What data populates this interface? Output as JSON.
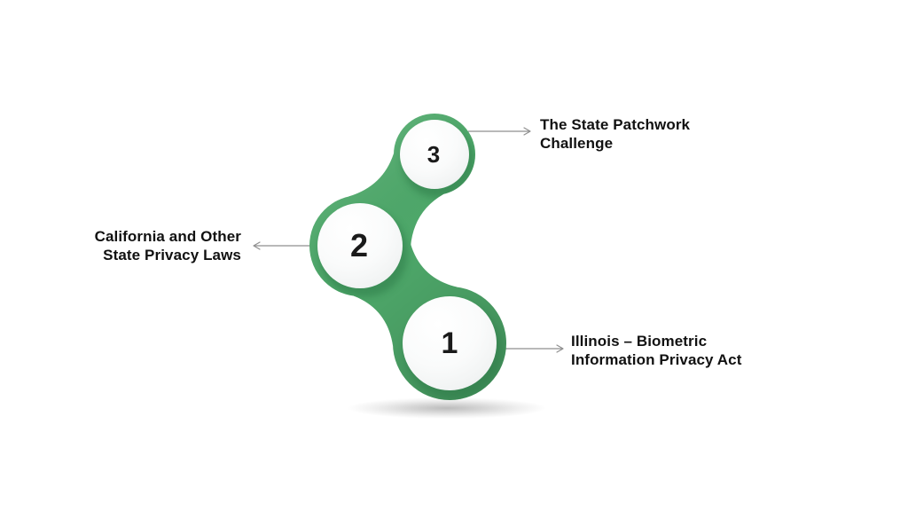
{
  "page": {
    "background": "#ffffff"
  },
  "diagram": {
    "type": "numbered-step-blob-infographic",
    "steps": [
      {
        "number": "3",
        "label_line1": "The State Patchwork",
        "label_line2": "Challenge"
      },
      {
        "number": "2",
        "label_line1": "California and Other",
        "label_line2": "State Privacy Laws"
      },
      {
        "number": "1",
        "label_line1": "Illinois – Biometric",
        "label_line2": "Information Privacy Act"
      }
    ],
    "colors": {
      "blob_green": "#4ea86a",
      "crescent_shadow_green": "#2f7c48",
      "circle_face": "#f4f6f6",
      "number_color": "#1a1a1a",
      "label_color": "#111111",
      "arrow_color": "#8f8f8f"
    }
  }
}
